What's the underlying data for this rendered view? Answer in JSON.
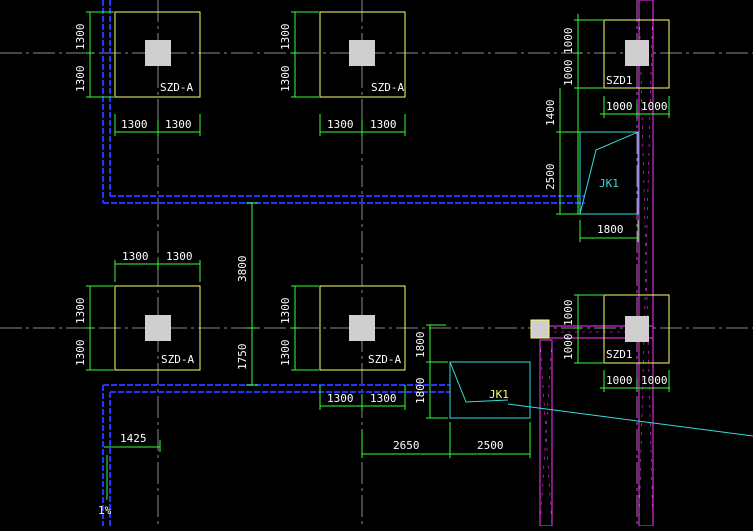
{
  "colors": {
    "background": "#000000",
    "axis": "#8a8a8a",
    "footing": "#ffff66",
    "column_fill": "#cfcfcf",
    "dimension": "#33ff33",
    "beam": "#2233ff",
    "pit": "#33dddd",
    "wall": "#ff33ff",
    "text": "#ffffff"
  },
  "footings": [
    {
      "label": "SZD-A"
    },
    {
      "label": "SZD-A"
    },
    {
      "label": "SZD1"
    },
    {
      "label": "SZD-A"
    },
    {
      "label": "SZD-A"
    },
    {
      "label": "SZD1"
    }
  ],
  "pits": [
    {
      "label": "JK1"
    },
    {
      "label": "JK1"
    }
  ],
  "dimensions": {
    "d1300": "1300",
    "d1000": "1000",
    "d1400": "1400",
    "d2500": "2500",
    "d1800": "1800",
    "d3800": "3800",
    "d1750": "1750",
    "d2650": "2650",
    "d1425": "1425"
  },
  "annotations": {
    "slope": "1%"
  }
}
